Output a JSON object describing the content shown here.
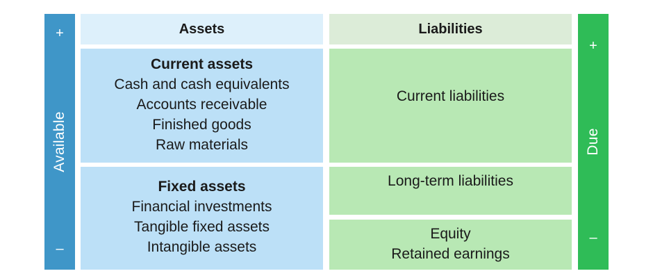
{
  "left_bar": {
    "label": "Available",
    "top_sign": "+",
    "bottom_sign": "–",
    "color": "#3f96c8"
  },
  "right_bar": {
    "label": "Due",
    "top_sign": "+",
    "bottom_sign": "–",
    "color": "#2fbc57"
  },
  "headers": {
    "assets": "Assets",
    "liabilities": "Liabilities"
  },
  "assets": {
    "current": {
      "title": "Current assets",
      "items": [
        "Cash and cash equivalents",
        "Accounts receivable",
        "Finished goods",
        "Raw materials"
      ]
    },
    "fixed": {
      "title": "Fixed assets",
      "items": [
        "Financial investments",
        "Tangible fixed assets",
        "Intangible assets"
      ]
    }
  },
  "liabilities": {
    "current": "Current liabilities",
    "long_term": "Long-term liabilities",
    "equity": [
      "Equity",
      "Retained earnings"
    ]
  },
  "colors": {
    "assets_header": "#ddf0fb",
    "liabilities_header": "#dcecd8",
    "assets_cell": "#bce0f7",
    "liabilities_cell": "#b8e8b4"
  }
}
